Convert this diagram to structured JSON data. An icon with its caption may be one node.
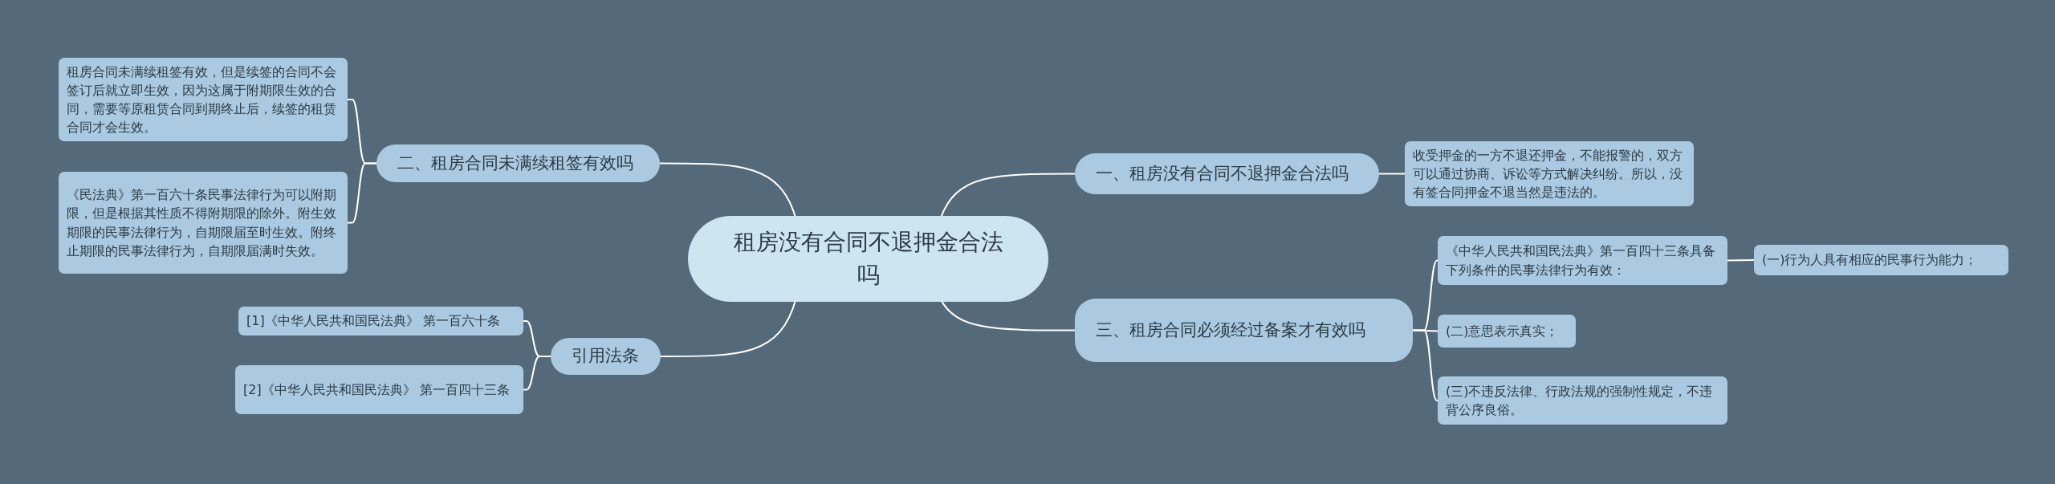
{
  "diagram": {
    "nodes": [
      {
        "text": [
          "租房没有合同不退押金合法吗"
        ]
      },
      {
        "text": [
          "一、租房没有合同不退押金合法吗"
        ]
      },
      {
        "text": [
          "收受押金的一方不退还押金，不能报警的，双方可以通过协商、诉讼等方式解决纠纷。所以，没有签合同押金不退当然是违法的。"
        ]
      },
      {
        "text": [
          "二、租房合同未满续租签有效吗"
        ]
      },
      {
        "text": [
          "租房合同未满续租签有效，但是续签的合同不会签订后就立即生效，因为这属于附期限生效的合同，需要等原租赁合同到期终止后，续签的租赁合同才会生效。"
        ]
      },
      {
        "text": [
          "《民法典》第一百六十条民事法律行为可以附期限，但是根据其性质不得附期限的除外。附生效期限的民事法律行为，自期限届至时生效。附终止期限的民事法律行为，自期限届满时失效。"
        ]
      },
      {
        "text": [
          "三、租房合同必须经过备案才有效吗"
        ]
      },
      {
        "text": [
          "《中华人民共和国民法典》第一百四十三条具备下列条件的民事法律行为有效："
        ]
      },
      {
        "text": [
          "(一)行为人具有相应的民事行为能力；"
        ]
      },
      {
        "text": [
          "(二)意思表示真实；"
        ]
      },
      {
        "text": [
          "(三)不违反法律、行政法规的强制性规定，不违背公序良俗。"
        ]
      },
      {
        "text": [
          "引用法条"
        ]
      },
      {
        "text": [
          "[1]《中华人民共和国民法典》 第一百六十条"
        ]
      },
      {
        "text": [
          "[2]《中华人民共和国民法典》 第一百四十三条"
        ]
      }
    ],
    "edges": [
      {
        "from": 0,
        "to": 1,
        "arrow": "none"
      },
      {
        "from": 1,
        "to": 2,
        "arrow": "none"
      },
      {
        "from": 0,
        "to": 3,
        "arrow": "none"
      },
      {
        "from": 3,
        "to": 4,
        "arrow": "none"
      },
      {
        "from": 3,
        "to": 5,
        "arrow": "none"
      },
      {
        "from": 0,
        "to": 6,
        "arrow": "none"
      },
      {
        "from": 6,
        "to": 7,
        "arrow": "none"
      },
      {
        "from": 7,
        "to": 8,
        "arrow": "none"
      },
      {
        "from": 6,
        "to": 9,
        "arrow": "none"
      },
      {
        "from": 6,
        "to": 10,
        "arrow": "none"
      },
      {
        "from": 0,
        "to": 11,
        "arrow": "none"
      },
      {
        "from": 11,
        "to": 12,
        "arrow": "none"
      },
      {
        "from": 11,
        "to": 13,
        "arrow": "none"
      }
    ]
  }
}
